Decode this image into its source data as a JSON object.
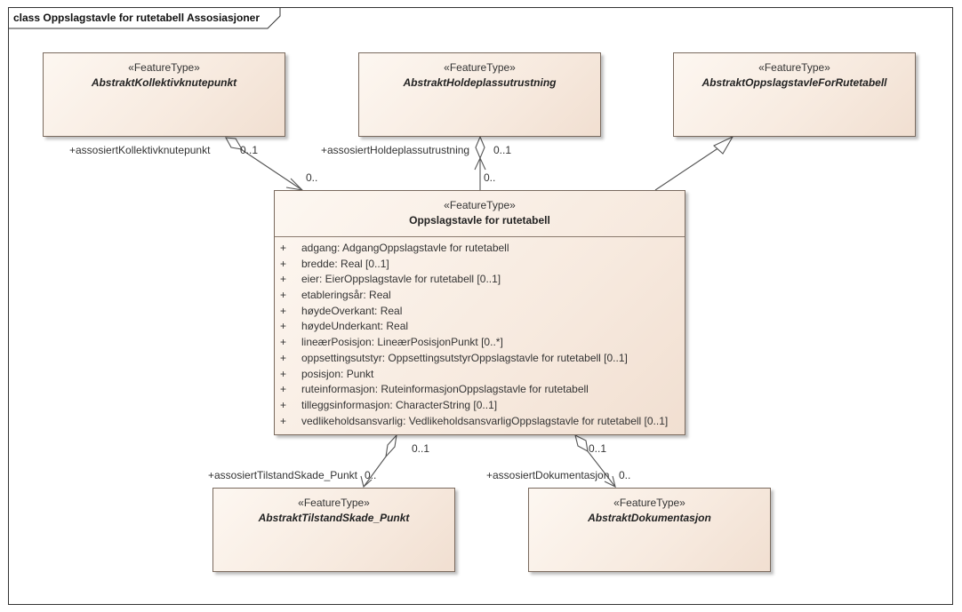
{
  "frame": {
    "title": "class Oppslagstavle for rutetabell Assosiasjoner"
  },
  "classes": {
    "kollektivknutepunkt": {
      "stereotype": "«FeatureType»",
      "name": "AbstraktKollektivknutepunkt"
    },
    "holdeplassutrustning": {
      "stereotype": "«FeatureType»",
      "name": "AbstraktHoldeplassutrustning"
    },
    "oppslagstavleForRutetabell": {
      "stereotype": "«FeatureType»",
      "name": "AbstraktOppslagstavleForRutetabell"
    },
    "main": {
      "stereotype": "«FeatureType»",
      "name": "Oppslagstavle for rutetabell",
      "attributes": [
        {
          "vis": "+",
          "text": "adgang: AdgangOppslagstavle for rutetabell"
        },
        {
          "vis": "+",
          "text": "bredde: Real [0..1]"
        },
        {
          "vis": "+",
          "text": "eier: EierOppslagstavle for rutetabell [0..1]"
        },
        {
          "vis": "+",
          "text": "etableringsår: Real"
        },
        {
          "vis": "+",
          "text": "høydeOverkant: Real"
        },
        {
          "vis": "+",
          "text": "høydeUnderkant: Real"
        },
        {
          "vis": "+",
          "text": "lineærPosisjon: LineærPosisjonPunkt [0..*]"
        },
        {
          "vis": "+",
          "text": "oppsettingsutstyr: OppsettingsutstyrOppslagstavle for rutetabell [0..1]"
        },
        {
          "vis": "+",
          "text": "posisjon: Punkt"
        },
        {
          "vis": "+",
          "text": "ruteinformasjon: RuteinformasjonOppslagstavle for rutetabell"
        },
        {
          "vis": "+",
          "text": "tilleggsinformasjon: CharacterString [0..1]"
        },
        {
          "vis": "+",
          "text": "vedlikeholdsansvarlig: VedlikeholdsansvarligOppslagstavle for rutetabell [0..1]"
        }
      ]
    },
    "tilstandSkade": {
      "stereotype": "«FeatureType»",
      "name": "AbstraktTilstandSkade_Punkt"
    },
    "dokumentasjon": {
      "stereotype": "«FeatureType»",
      "name": "AbstraktDokumentasjon"
    }
  },
  "labels": {
    "kollektiv_role": "+assosiertKollektivknutepunkt",
    "kollektiv_mult_source": "0..1",
    "kollektiv_mult_target": "0..",
    "holdeplass_role": "+assosiertHoldeplassutrustning",
    "holdeplass_mult_source": "0..1",
    "holdeplass_mult_target": "0..",
    "tilstand_mult_source": "0..1",
    "tilstand_role": "+assosiertTilstandSkade_Punkt",
    "tilstand_mult_target": "0..",
    "dok_mult_source": "0..1",
    "dok_role": "+assosiertDokumentasjon",
    "dok_mult_target": "0.."
  }
}
